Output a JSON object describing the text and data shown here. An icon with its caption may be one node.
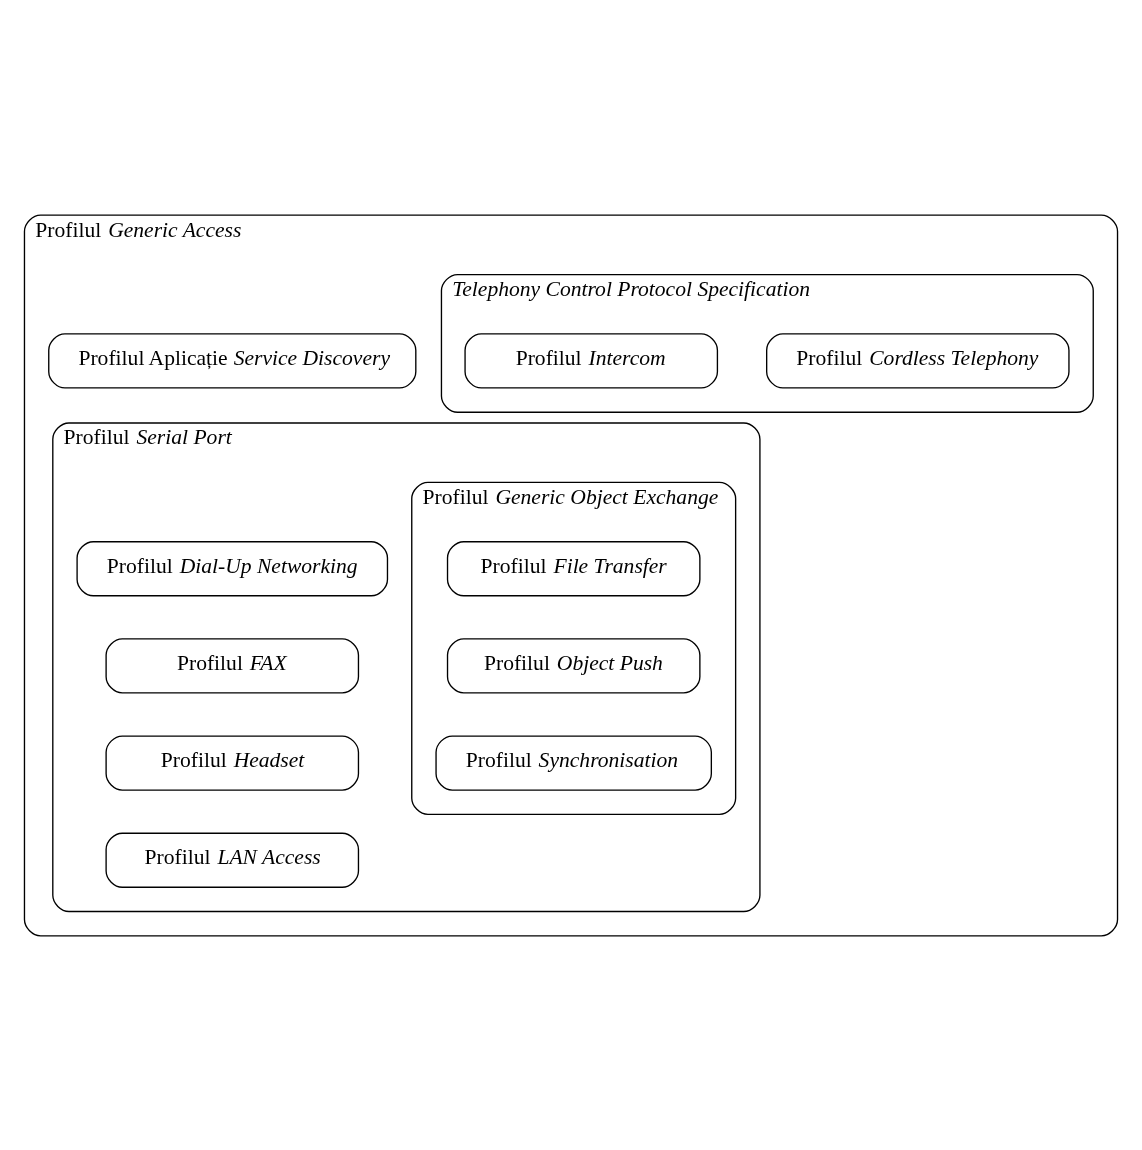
{
  "diagram": {
    "nodes": [
      {
        "text": [
          "Profilul *Generic Access*"
        ]
      },
      {
        "text": [
          "Profilul Aplicație *Service Discovery*"
        ],
        "in": 0
      },
      {
        "text": [
          "*Telephony Control Protocol Specification*"
        ],
        "in": 0
      },
      {
        "text": [
          "Profilul *Cordless Telephony*"
        ],
        "in": 2
      },
      {
        "text": [
          "Profilul *Intercom*"
        ],
        "in": 2
      },
      {
        "text": [
          "Profilul *Serial Port*"
        ],
        "in": 0
      },
      {
        "text": [
          "Profilul *Dial-Up Networking*"
        ],
        "in": 5
      },
      {
        "text": [
          "Profilul *FAX*"
        ],
        "in": 5
      },
      {
        "text": [
          "Profilul *Headset*"
        ],
        "in": 5
      },
      {
        "text": [
          "Profilul *LAN Access*"
        ],
        "in": 5
      },
      {
        "text": [
          "Profilul *Generic Object Exchange*"
        ],
        "in": 5
      },
      {
        "text": [
          "Profilul *File Transfer*"
        ],
        "in": 10
      },
      {
        "text": [
          "Profilul *Object Push*"
        ],
        "in": 10
      },
      {
        "text": [
          "Profilul *Synchronisation*"
        ],
        "in": 10
      }
    ]
  }
}
